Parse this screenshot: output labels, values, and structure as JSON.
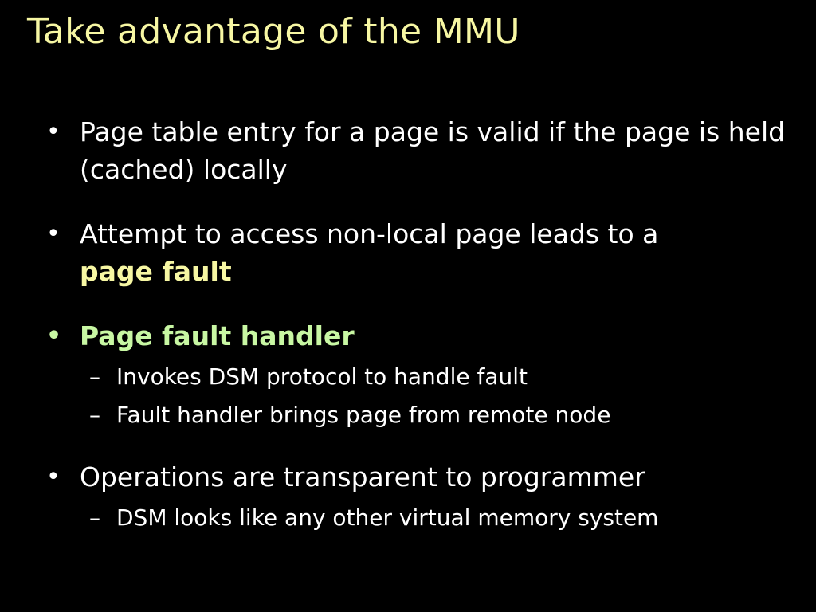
{
  "slide": {
    "title": "Take advantage of the MMU",
    "bullets": [
      {
        "text": "Page table entry for a page is valid if the page is held (cached) locally",
        "sub": []
      },
      {
        "text": "Attempt to access non-local page leads to a",
        "highlight": "page fault",
        "sub": []
      },
      {
        "highlight": "Page fault handler",
        "sub": [
          "Invokes DSM protocol to handle fault",
          "Fault handler brings page from remote node"
        ]
      },
      {
        "text": "Operations are transparent to programmer",
        "sub": [
          "DSM looks like any other virtual memory system"
        ]
      }
    ],
    "bullet_glyph": "•",
    "sub_glyph": "–",
    "colors": {
      "background": "#000000",
      "title": "#f7f7a3",
      "body": "#ffffff",
      "highlight_yellow": "#f7f7a3",
      "highlight_green": "#c8f7a3"
    }
  }
}
